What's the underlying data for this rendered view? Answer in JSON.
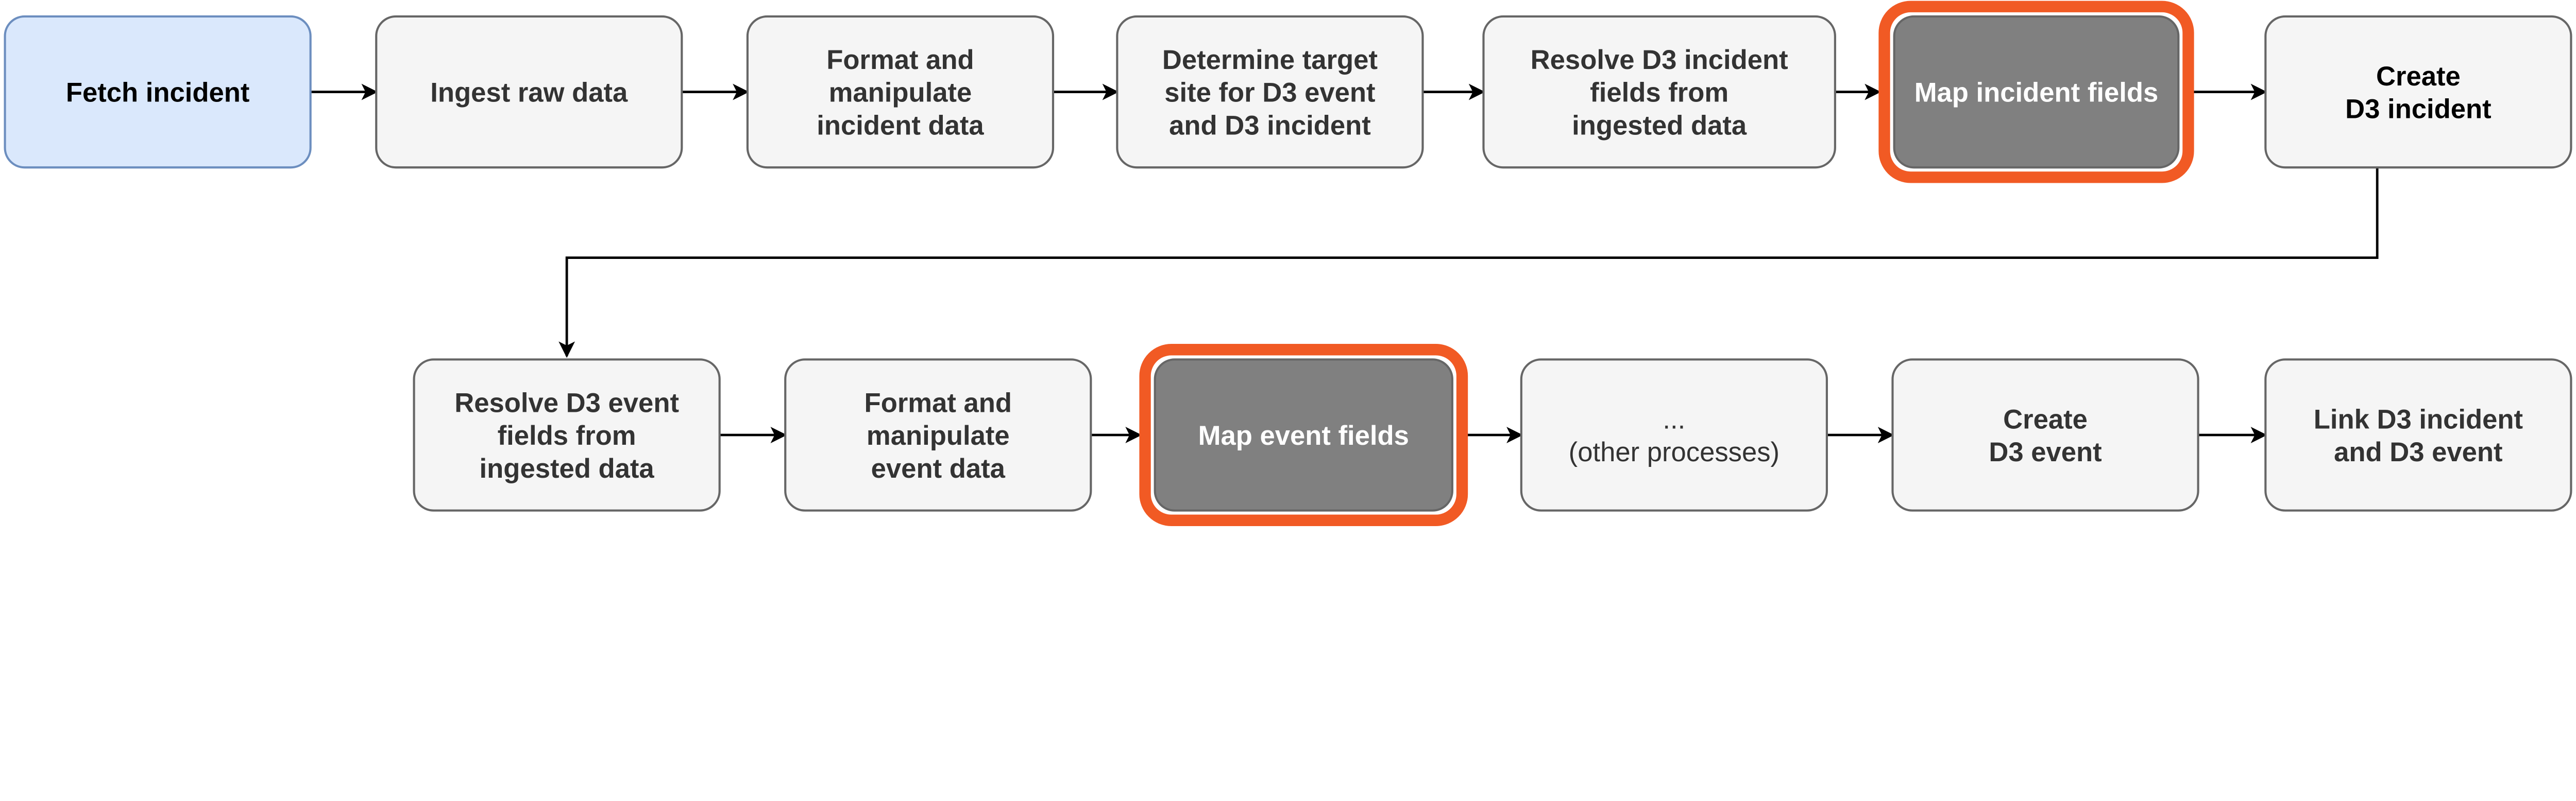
{
  "colors": {
    "start_fill": "#dae8fc",
    "start_stroke": "#6c8ebf",
    "step_fill": "#f5f5f5",
    "step_stroke": "#666666",
    "highlight_fill": "#808080",
    "highlight_border": "#f15a24",
    "step_text": "#333333",
    "highlight_text": "#ffffff",
    "arrow": "#000000"
  },
  "row1": [
    {
      "id": "fetch-incident",
      "lines": [
        "Fetch incident"
      ],
      "style": "start"
    },
    {
      "id": "ingest-raw-data",
      "lines": [
        "Ingest raw data"
      ],
      "style": "step"
    },
    {
      "id": "format-incident-data",
      "lines": [
        "Format and",
        "manipulate",
        "incident data"
      ],
      "style": "step"
    },
    {
      "id": "determine-target-site",
      "lines": [
        "Determine target",
        "site for D3 event",
        "and D3 incident"
      ],
      "style": "step"
    },
    {
      "id": "resolve-incident-fields",
      "lines": [
        "Resolve D3 incident",
        "fields from",
        "ingested data"
      ],
      "style": "step"
    },
    {
      "id": "map-incident-fields",
      "lines": [
        "Map incident fields"
      ],
      "style": "highlight"
    },
    {
      "id": "create-d3-incident",
      "lines": [
        "Create",
        "D3 incident"
      ],
      "style": "dark-text"
    }
  ],
  "row2": [
    {
      "id": "resolve-event-fields",
      "lines": [
        "Resolve D3 event",
        "fields from",
        "ingested data"
      ],
      "style": "step"
    },
    {
      "id": "format-event-data",
      "lines": [
        "Format and",
        "manipulate",
        "event data"
      ],
      "style": "step"
    },
    {
      "id": "map-event-fields",
      "lines": [
        "Map event fields"
      ],
      "style": "highlight"
    },
    {
      "id": "other-processes",
      "lines": [
        "...",
        "(other processes)"
      ],
      "style": "plain"
    },
    {
      "id": "create-d3-event",
      "lines": [
        "Create",
        "D3 event"
      ],
      "style": "step"
    },
    {
      "id": "link-incident-event",
      "lines": [
        "Link D3 incident",
        "and D3 event"
      ],
      "style": "step"
    }
  ]
}
